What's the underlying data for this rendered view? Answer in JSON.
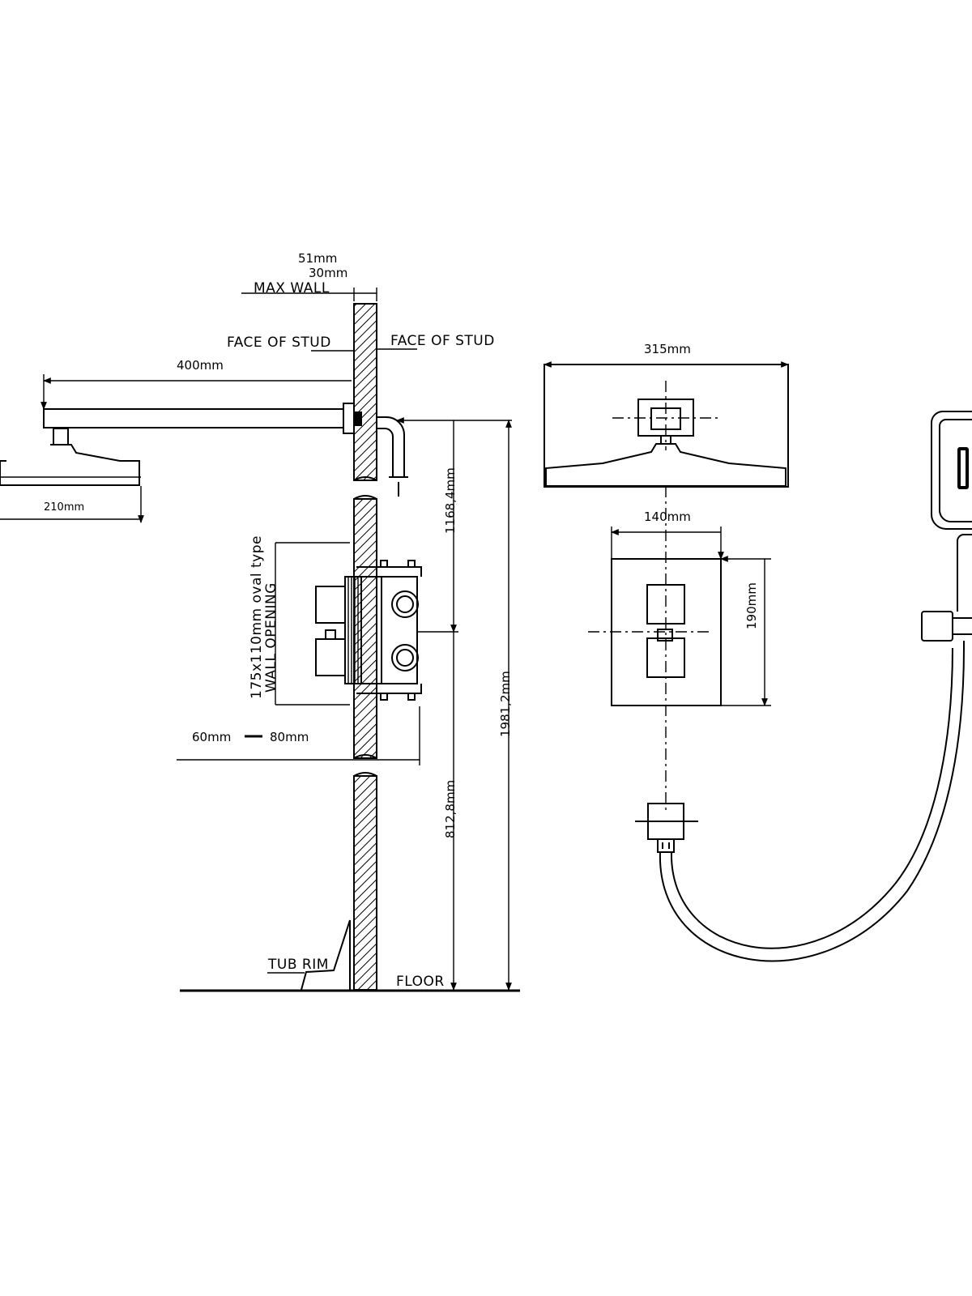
{
  "labels": {
    "dim_51mm": "51mm",
    "dim_30mm": "30mm",
    "max_wall": "MAX WALL",
    "face_of_stud_left": "FACE OF STUD",
    "face_of_stud_right": "FACE OF STUD",
    "dim_400mm": "400mm",
    "dim_210mm": "210mm",
    "wall_opening_line1": "175x110mm oval type",
    "wall_opening_line2": "WALL OPENING",
    "dim_1168": "1168,4mm",
    "dim_1981": "1981,2mm",
    "dim_812": "812,8mm",
    "dim_60mm": "60mm",
    "dim_80mm": "80mm",
    "tub_rim": "TUB RIM",
    "floor": "FLOOR",
    "dim_315mm": "315mm",
    "dim_140mm": "140mm",
    "dim_190mm": "190mm"
  }
}
